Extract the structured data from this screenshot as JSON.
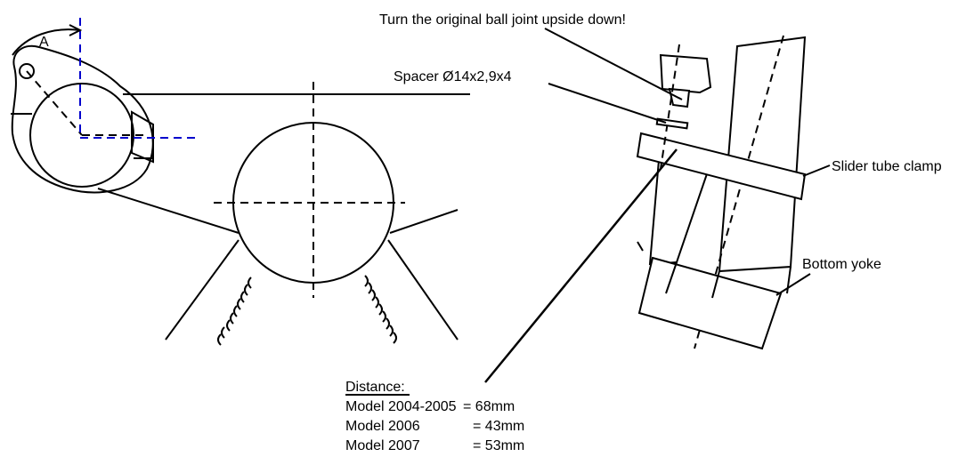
{
  "labels": {
    "ball_joint_note": "Turn the original ball joint upside down!",
    "spacer": "Spacer Ø14x2,9x4",
    "slider_tube_clamp": "Slider tube clamp",
    "bottom_yoke": "Bottom yoke",
    "clamp_marker": "A"
  },
  "distance_table": {
    "heading": "Distance:",
    "rows": [
      {
        "model": "Model 2004-2005",
        "value": "= 68mm"
      },
      {
        "model": "Model 2006",
        "value": "= 43mm"
      },
      {
        "model": "Model 2007",
        "value": "= 53mm"
      }
    ]
  }
}
